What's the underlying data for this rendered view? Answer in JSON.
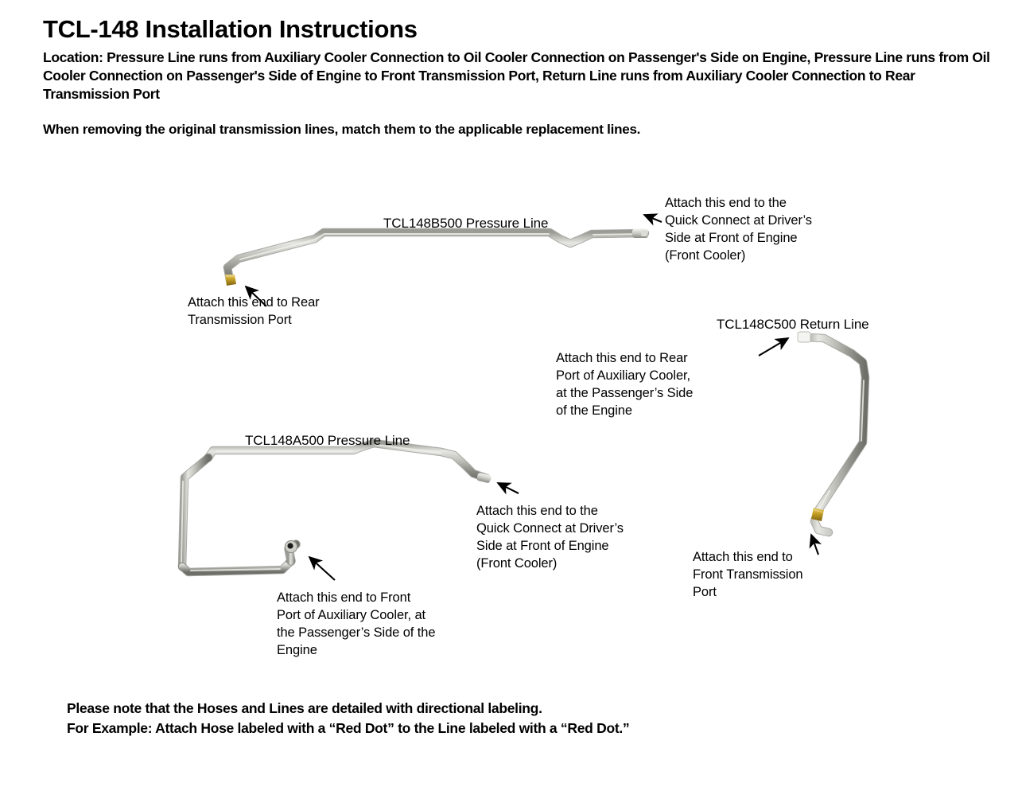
{
  "document": {
    "title": "TCL-148 Installation Instructions",
    "location_paragraph": "Location: Pressure Line runs from Auxiliary Cooler Connection to Oil Cooler Connection on Passenger's Side on Engine, Pressure Line runs from Oil Cooler Connection on Passenger's Side of Engine to Front Transmission Port, Return Line runs from Auxiliary Cooler Connection to Rear Transmission Port",
    "match_note": "When removing the original transmission lines, match them to the applicable replacement lines."
  },
  "footer": {
    "line1": "Please note that the Hoses and Lines are detailed with directional labeling.",
    "line2": "For Example: Attach Hose labeled with a “Red Dot” to the Line labeled with a “Red Dot.”"
  },
  "parts": {
    "b500": {
      "label": "TCL148B500 Pressure Line",
      "annotation_right": [
        "Attach this end to the",
        "Quick Connect at Driver’s",
        "Side at Front of Engine",
        "(Front Cooler)"
      ],
      "annotation_left": [
        "Attach this end to Rear",
        "Transmission Port"
      ]
    },
    "c500": {
      "label": "TCL148C500 Return Line",
      "annotation_top": [
        "Attach this end to Rear",
        "Port of Auxiliary Cooler,",
        "at the Passenger’s Side",
        "of the Engine"
      ],
      "annotation_bottom": [
        "Attach this end to",
        "Front Transmission",
        "Port"
      ]
    },
    "a500": {
      "label": "TCL148A500 Pressure Line",
      "annotation_right": [
        "Attach this end to the",
        "Quick Connect at Driver’s",
        "Side at Front of Engine",
        "(Front Cooler)"
      ],
      "annotation_left": [
        "Attach this end to Front",
        "Port of Auxiliary Cooler, at",
        "the Passenger’s Side of the",
        "Engine"
      ]
    }
  },
  "colors": {
    "page_background": "#ffffff",
    "text": "#000000",
    "tube_light": "#d8d8d4",
    "tube_mid": "#a8a8a2",
    "tube_dark": "#6e6e68",
    "brass": "#c9a227",
    "brass_dark": "#8a6d14",
    "arrow": "#000000"
  }
}
